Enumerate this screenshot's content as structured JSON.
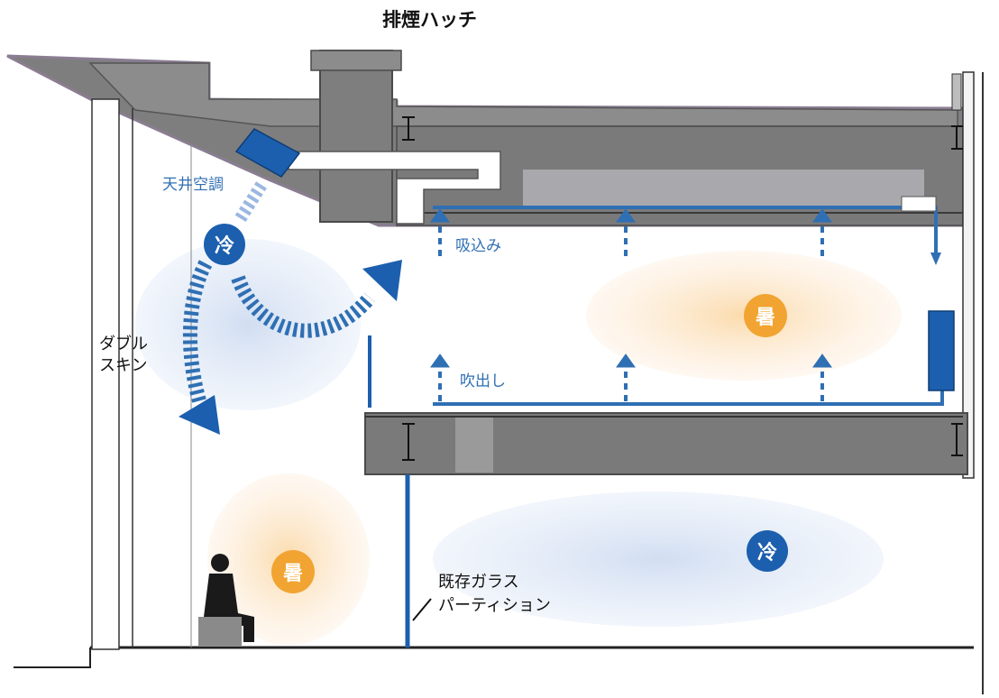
{
  "labels": {
    "smoke_hatch": "排煙ハッチ",
    "ceiling_ac": "天井空調",
    "intake": "吸込み",
    "outlet": "吹出し",
    "double_skin_1": "ダブル",
    "double_skin_2": "スキン",
    "glass_partition_1": "既存ガラス",
    "glass_partition_2": "パーティション"
  },
  "badges": {
    "cold": "冷",
    "hot": "暑"
  },
  "colors": {
    "structure": "#7e7e7e",
    "structure_dark": "#5c5c5c",
    "duct": "#ffffff",
    "airflow_blue": "#2f6fb3",
    "equipment_blue": "#1c5fae",
    "cold_zone": "#dfe8f6",
    "hot_zone": "#fbe3c4",
    "hot_badge": "#f1a431",
    "roof_purple": "#8a7d92"
  }
}
